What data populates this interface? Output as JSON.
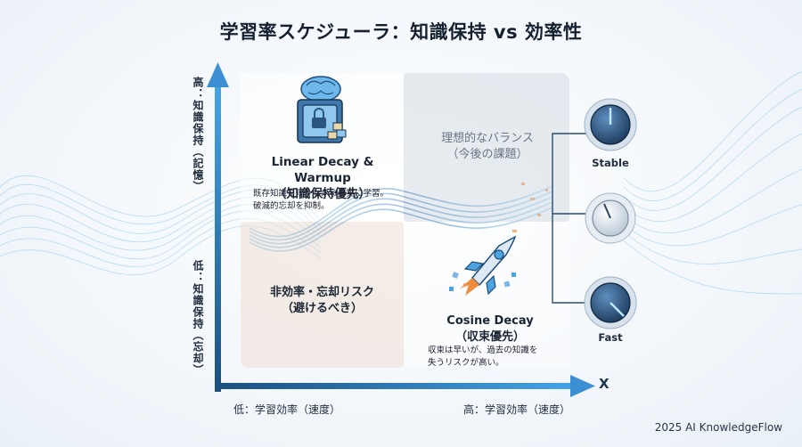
{
  "title": "学習率スケジューラ：知識保持 vs 効率性",
  "axes": {
    "y_high": "高：知識保持（記憶）",
    "y_low": "低：知識保持（忘却）",
    "x_low": "低：学習効率（速度）",
    "x_high": "高：学習効率（速度）",
    "x_letter": "X"
  },
  "quadrants": {
    "top_left": {
      "title_line1": "Linear Decay & Warmup",
      "title_line2": "（知識保持優先）",
      "desc_line1": "既存知識を守りながら着実に学習。",
      "desc_line2": "破滅的忘却を抑制。"
    },
    "top_right": {
      "title_line1": "理想的なバランス",
      "title_line2": "（今後の課題）"
    },
    "bottom_left": {
      "title_line1": "非効率・忘却リスク",
      "title_line2": "（避けるべき）"
    },
    "bottom_right": {
      "title_line1": "Cosine Decay",
      "title_line2": "（収束優先）",
      "desc_line1": "収束は早いが、過去の知識を",
      "desc_line2": "失うリスクが高い。"
    }
  },
  "knobs": {
    "top_label": "Stable",
    "bottom_label": "Fast"
  },
  "footer": "2025 AI KnowledgeFlow",
  "colors": {
    "axis": "#1f5f95",
    "wave": "#2f8fd8",
    "accent_orange": "#f08a3c"
  },
  "icons": [
    "brain-safe-icon",
    "rocket-icon",
    "knob-icon"
  ]
}
